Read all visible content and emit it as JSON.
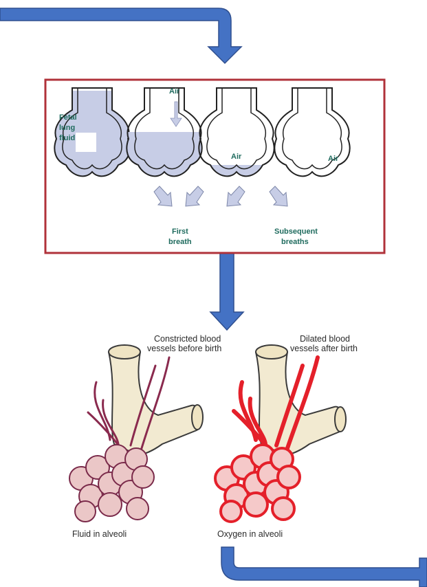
{
  "colors": {
    "arrow_fill": "#4472c4",
    "arrow_stroke": "#2f4f8f",
    "panel_border": "#b0323a",
    "fluid": "#c7cde6",
    "label_teal": "#1f6b5e",
    "airway": "#f2ead1",
    "vessel_constricted": "#8a2a4e",
    "vessel_dilated": "#e4202a",
    "alveoli": "#ebc7c7"
  },
  "icons": {
    "flow_arrows": "bent-block-arrow",
    "breath_arrows": "down-diagonal-arrow"
  },
  "lung_fluid_panel": {
    "stages": [
      {
        "fluid_level": 0.8
      },
      {
        "fluid_level": 0.55
      },
      {
        "fluid_level": 0.15
      },
      {
        "fluid_level": 0.0
      }
    ],
    "labels": {
      "fetal_line1": "Fetal",
      "fetal_line2": "lung",
      "fetal_line3": "fluid",
      "air_top": "Air",
      "air_stage3": "Air",
      "air_stage4": "Air",
      "first_line1": "First",
      "first_line2": "breath",
      "subsequent_line1": "Subsequent",
      "subsequent_line2": "breaths"
    }
  },
  "vessel_panel": {
    "labels": {
      "constricted_line1": "Constricted blood",
      "constricted_line2": "vessels before birth",
      "dilated_line1": "Dilated blood",
      "dilated_line2": "vessels after birth",
      "fluid_in_alveoli": "Fluid in alveoli",
      "oxygen_in_alveoli": "Oxygen in alveoli"
    }
  }
}
